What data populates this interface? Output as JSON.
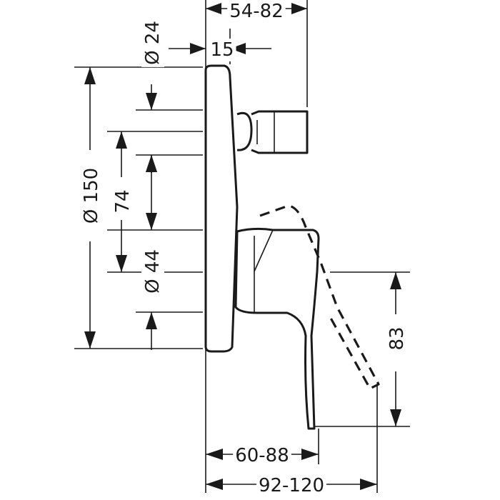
{
  "dimensions": {
    "depth_range": "54-82",
    "plate_gap": "15",
    "diameter_24": "Ø 24",
    "diameter_150": "Ø 150",
    "spacing_74": "74",
    "diameter_44": "Ø 44",
    "handle_drop": "83",
    "handle_depth": "60-88",
    "lever_reach": "92-120"
  },
  "colors": {
    "line": "#1a1a1a",
    "background": "#ffffff"
  }
}
